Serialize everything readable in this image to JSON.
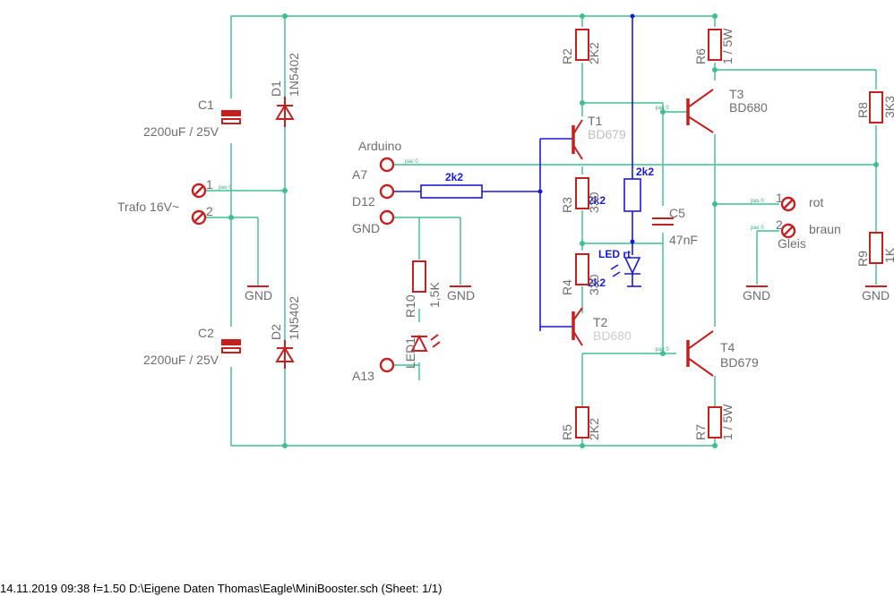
{
  "colors": {
    "wire": "#3dbf8f",
    "symbol": "#c42020",
    "blue": "#1a1ad6",
    "label": "#6e6e6e"
  },
  "parts": {
    "C1": {
      "name": "C1",
      "value": "2200uF / 25V"
    },
    "C2": {
      "name": "C2",
      "value": "2200uF / 25V"
    },
    "D1": {
      "name": "D1",
      "value": "1N5402"
    },
    "D2": {
      "name": "D2",
      "value": "1N5402"
    },
    "R2": {
      "name": "R2",
      "value": "2K2"
    },
    "R3": {
      "name": "R3",
      "value": "330"
    },
    "R4": {
      "name": "R4",
      "value": "330"
    },
    "R5": {
      "name": "R5",
      "value": "2K2"
    },
    "R6": {
      "name": "R6",
      "value": "1 / 5W"
    },
    "R7": {
      "name": "R7",
      "value": "1 / 5W"
    },
    "R8": {
      "name": "R8",
      "value": "3K3"
    },
    "R9": {
      "name": "R9",
      "value": "1K"
    },
    "R10": {
      "name": "R10",
      "value": "1,5K"
    },
    "LED1": {
      "name": "LED1"
    },
    "T1": {
      "name": "T1",
      "value": "BD679"
    },
    "T2": {
      "name": "T2",
      "value": "BD680"
    },
    "T3": {
      "name": "T3",
      "value": "BD680"
    },
    "T4": {
      "name": "T4",
      "value": "BD679"
    },
    "C5": {
      "name": "C5",
      "value": "47nF"
    }
  },
  "connectors": {
    "trafo": "Trafo 16V~",
    "pin1": "1",
    "pin2": "2",
    "arduino": "Arduino",
    "a7": "A7",
    "d12": "D12",
    "gnd": "GND",
    "a13": "A13",
    "rot": "rot",
    "braun": "braun",
    "gleis": "Gleis"
  },
  "gnd_label": "GND",
  "added": {
    "r_d12": "2k2",
    "r_a7": "2k2",
    "r_t1": "2k2",
    "r_t2": "2k2",
    "led": "LED rt"
  },
  "pad_label": "pas 0",
  "footer": "14.11.2019 09:38  f=1.50  D:\\Eigene Daten Thomas\\Eagle\\MiniBooster.sch (Sheet: 1/1)"
}
